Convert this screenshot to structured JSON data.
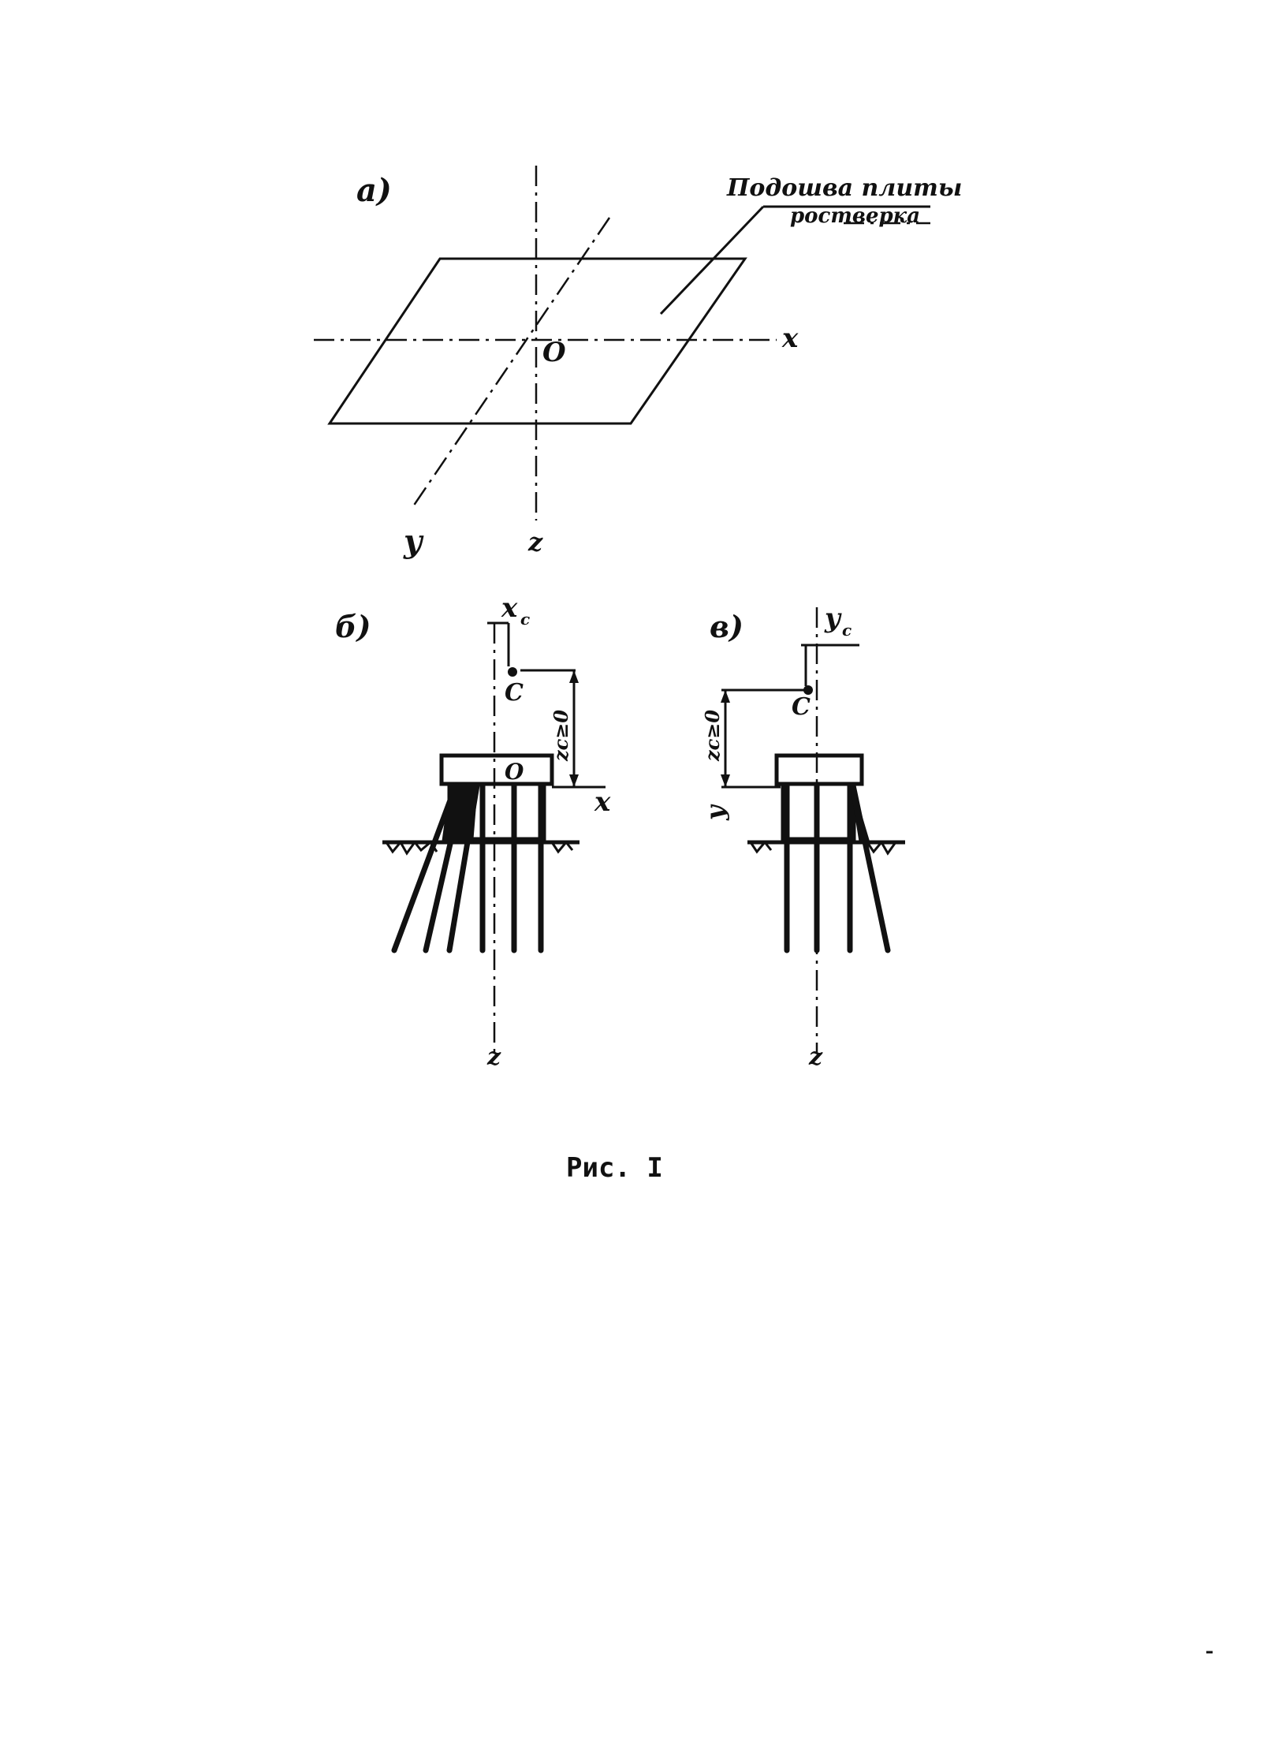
{
  "figure": {
    "caption": "Рис. I",
    "panel_a": {
      "label": "а)",
      "axis_x": "x",
      "axis_y": "y",
      "axis_z": "z",
      "origin": "O",
      "callout_line1": "Подошва плиты",
      "callout_line2": "ростверка"
    },
    "panel_b": {
      "label": "б)",
      "top_label": "x",
      "top_subscript": "c",
      "point": "C",
      "dim_label": "zc≥0",
      "origin": "O",
      "axis_x": "x",
      "axis_z": "z"
    },
    "panel_c": {
      "label": "в)",
      "top_label": "y",
      "top_subscript": "c",
      "point": "C",
      "dim_label": "zc≥0",
      "axis_y": "y",
      "axis_z": "z"
    }
  }
}
